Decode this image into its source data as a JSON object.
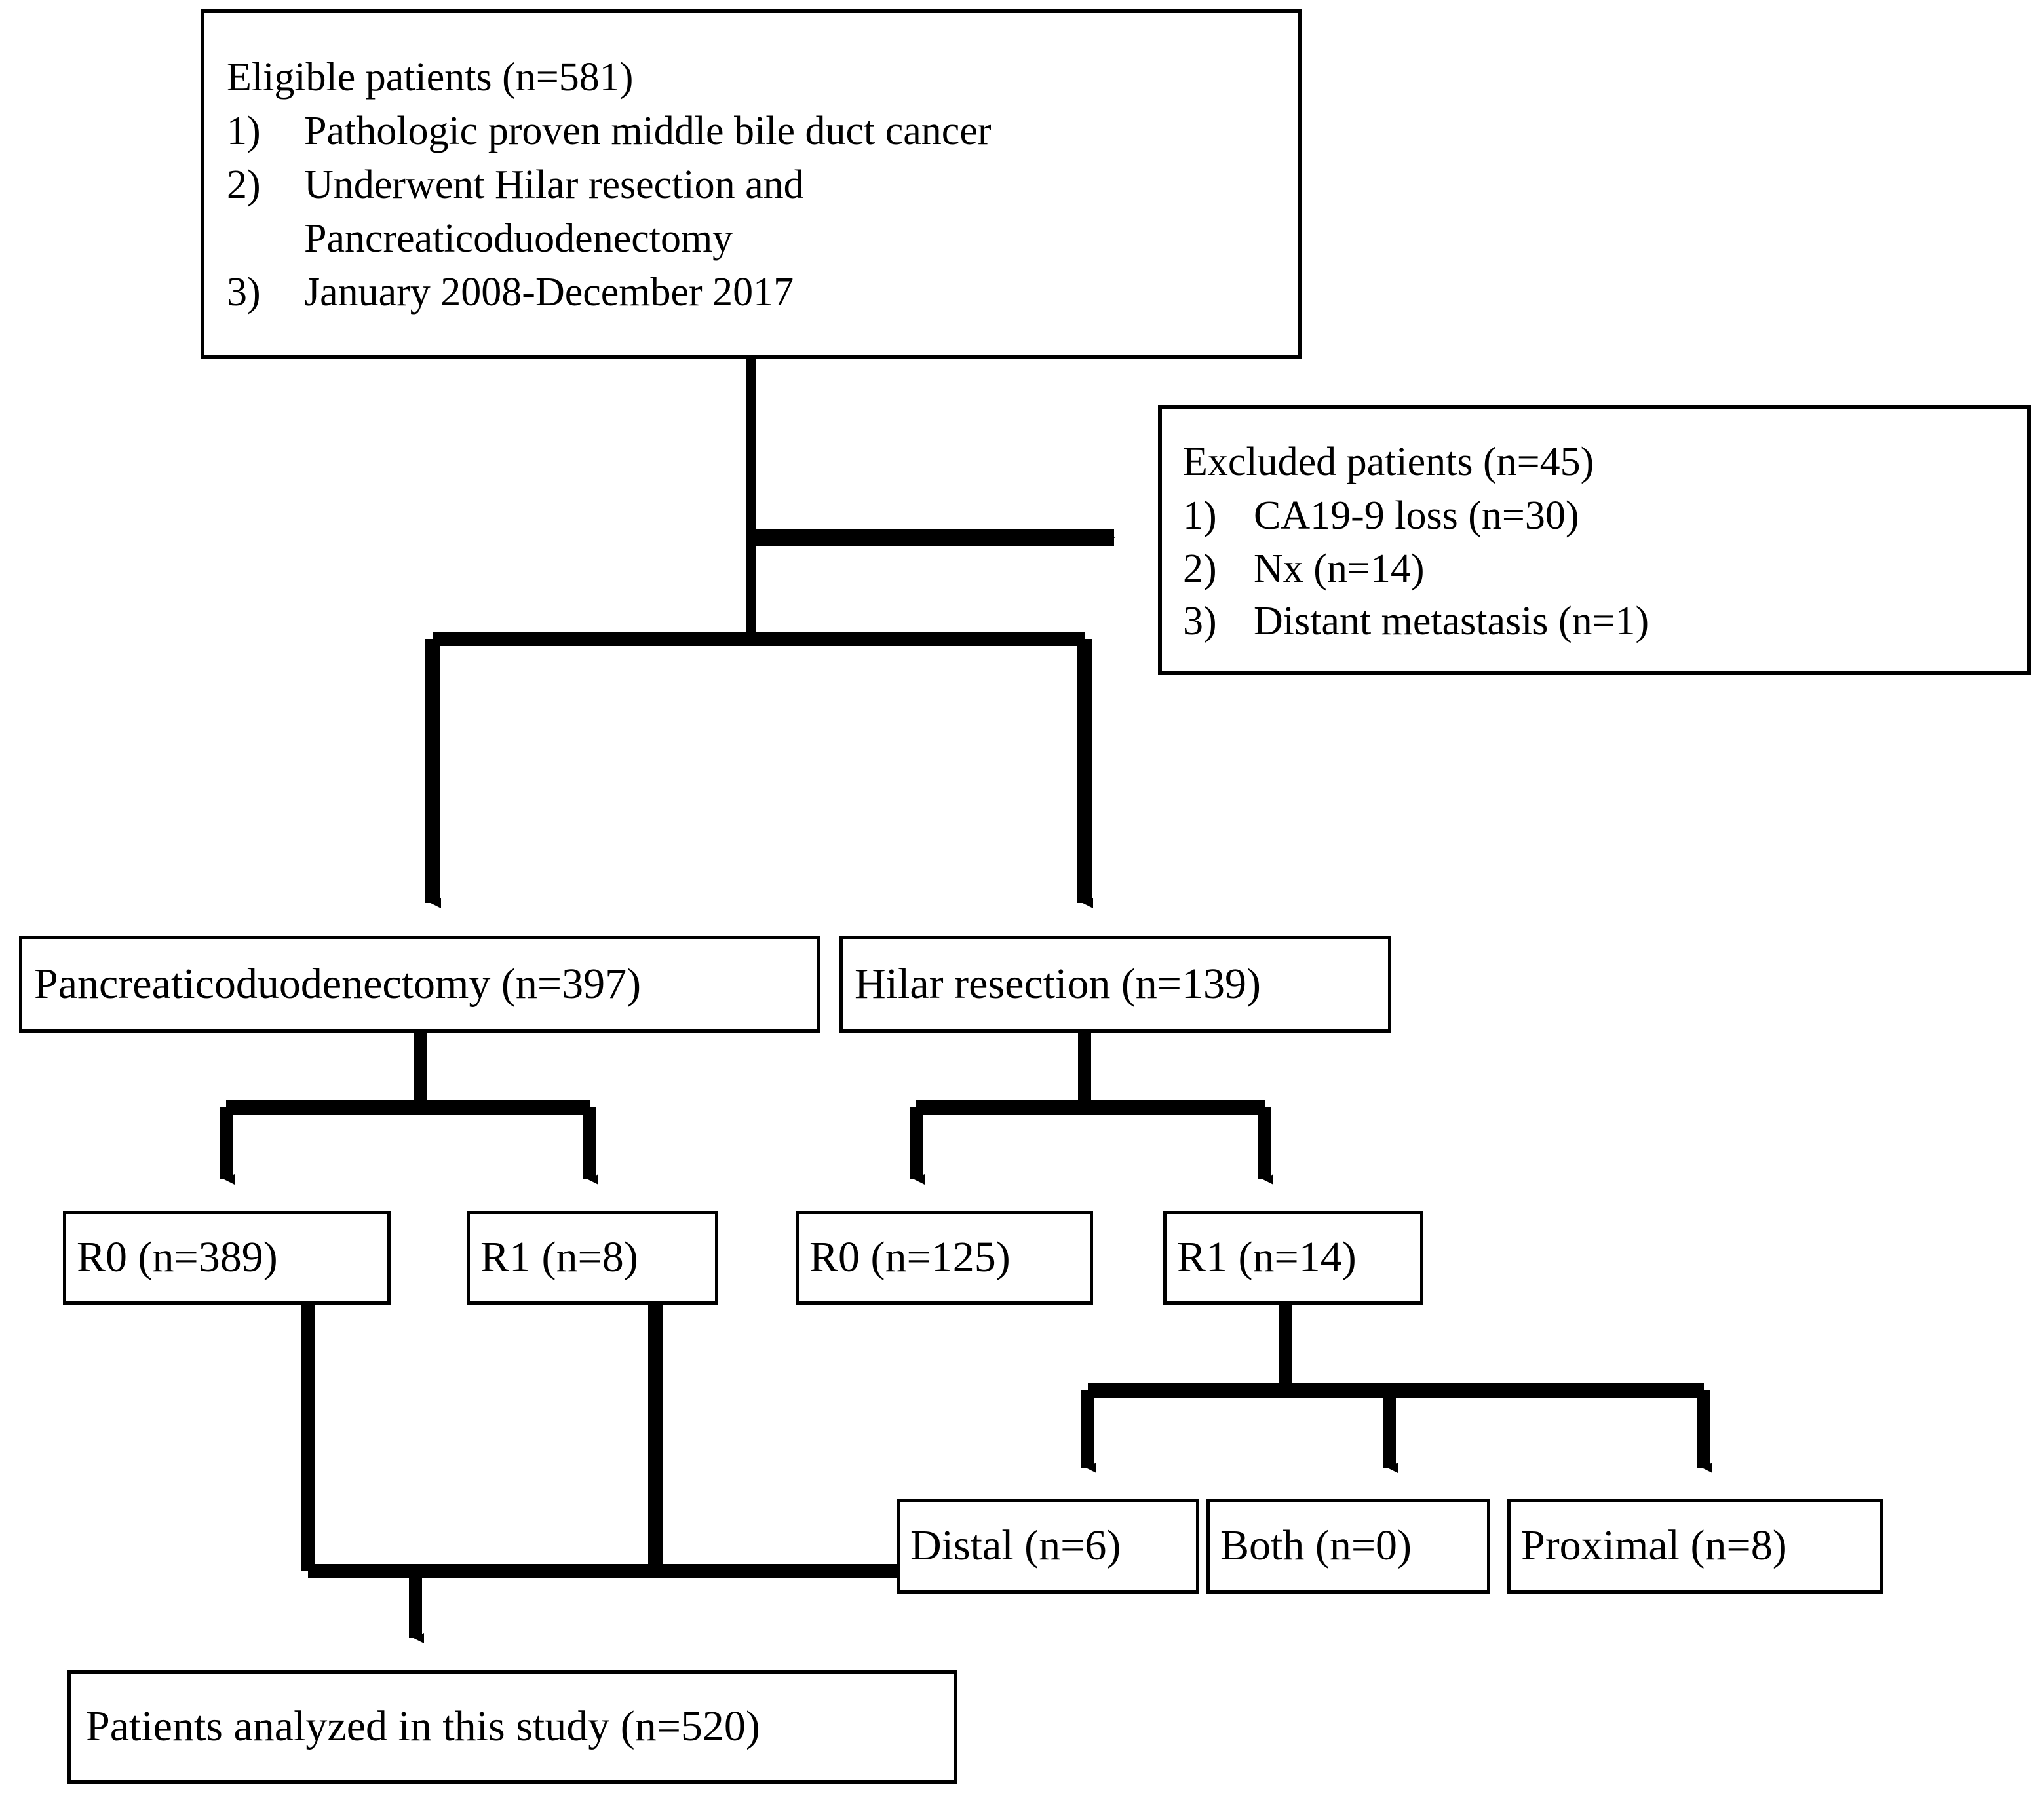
{
  "diagram": {
    "title": "Study patient selection flow diagram",
    "line_color": "#000000",
    "box_fill": "#ffffff",
    "nodes": {
      "eligible": {
        "heading": "Eligible patients (n=581)",
        "items": [
          {
            "marker": "1)",
            "text": "Pathologic proven middle bile duct cancer"
          },
          {
            "marker": "2)",
            "text": "Underwent Hilar resection and\nPancreaticoduodenectomy"
          },
          {
            "marker": "3)",
            "text": "January 2008-December 2017"
          }
        ]
      },
      "excluded": {
        "heading": "Excluded patients (n=45)",
        "items": [
          {
            "marker": "1)",
            "text": "CA19-9 loss (n=30)"
          },
          {
            "marker": "2)",
            "text": "Nx (n=14)"
          },
          {
            "marker": "3)",
            "text": "Distant metastasis (n=1)"
          }
        ]
      },
      "pancreaticoduodenectomy": {
        "label": "Pancreaticoduodenectomy (n=397)"
      },
      "hilar_resection": {
        "label": "Hilar resection (n=139)"
      },
      "pd_r0": {
        "label": "R0 (n=389)"
      },
      "pd_r1": {
        "label": "R1 (n=8)"
      },
      "hilar_r0": {
        "label": "R0 (n=125)"
      },
      "hilar_r1": {
        "label": "R1 (n=14)"
      },
      "distal": {
        "label": "Distal (n=6)"
      },
      "both": {
        "label": "Both (n=0)"
      },
      "proximal": {
        "label": "Proximal (n=8)"
      },
      "analyzed": {
        "label": "Patients analyzed in this study (n=520)"
      }
    }
  },
  "chart_data": {
    "type": "flowchart",
    "title": "Eligible patient selection and resection margin flow",
    "nodes": [
      {
        "id": "eligible",
        "label": "Eligible patients",
        "n": 581,
        "level": 0
      },
      {
        "id": "excluded",
        "label": "Excluded patients",
        "n": 45,
        "level": 1
      },
      {
        "id": "excluded_ca199",
        "label": "CA19-9 loss",
        "n": 30,
        "level": 1
      },
      {
        "id": "excluded_nx",
        "label": "Nx",
        "n": 14,
        "level": 1
      },
      {
        "id": "excluded_mets",
        "label": "Distant metastasis",
        "n": 1,
        "level": 1
      },
      {
        "id": "pd",
        "label": "Pancreaticoduodenectomy",
        "n": 397,
        "level": 2
      },
      {
        "id": "hilar",
        "label": "Hilar resection",
        "n": 139,
        "level": 2
      },
      {
        "id": "pd_r0",
        "label": "R0",
        "n": 389,
        "level": 3
      },
      {
        "id": "pd_r1",
        "label": "R1",
        "n": 8,
        "level": 3
      },
      {
        "id": "hilar_r0",
        "label": "R0",
        "n": 125,
        "level": 3
      },
      {
        "id": "hilar_r1",
        "label": "R1",
        "n": 14,
        "level": 3
      },
      {
        "id": "distal",
        "label": "Distal",
        "n": 6,
        "level": 4
      },
      {
        "id": "both",
        "label": "Both",
        "n": 0,
        "level": 4
      },
      {
        "id": "proximal",
        "label": "Proximal",
        "n": 8,
        "level": 4
      },
      {
        "id": "analyzed",
        "label": "Patients analyzed in this study",
        "n": 520,
        "level": 5
      }
    ],
    "edges": [
      {
        "from": "eligible",
        "to": "excluded",
        "style": "arrow-right"
      },
      {
        "from": "eligible",
        "to": "pd",
        "style": "arrow-down"
      },
      {
        "from": "eligible",
        "to": "hilar",
        "style": "arrow-down"
      },
      {
        "from": "pd",
        "to": "pd_r0",
        "style": "arrow-down"
      },
      {
        "from": "pd",
        "to": "pd_r1",
        "style": "arrow-down"
      },
      {
        "from": "hilar",
        "to": "hilar_r0",
        "style": "arrow-down"
      },
      {
        "from": "hilar",
        "to": "hilar_r1",
        "style": "arrow-down"
      },
      {
        "from": "hilar_r1",
        "to": "distal",
        "style": "arrow-down"
      },
      {
        "from": "hilar_r1",
        "to": "both",
        "style": "arrow-down"
      },
      {
        "from": "hilar_r1",
        "to": "proximal",
        "style": "arrow-down"
      },
      {
        "from": "pd_r0",
        "to": "analyzed",
        "style": "elbow-down"
      },
      {
        "from": "pd_r1",
        "to": "analyzed",
        "style": "elbow-down"
      },
      {
        "from": "hilar_r0",
        "to": "analyzed",
        "style": "elbow-down"
      },
      {
        "from": "distal",
        "to": "analyzed",
        "style": "elbow-left"
      }
    ]
  }
}
